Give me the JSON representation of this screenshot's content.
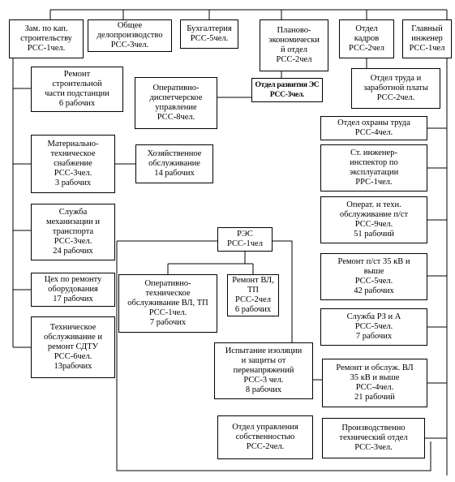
{
  "boxes": {
    "zam_kap": "Зам. по кап.\nстроительству\nРСС-1чел.",
    "obshchee_deloproizvodstvo": "Общее\nделопроизводство\nРСС-3чел.",
    "bukhgalteriya": "Бухгалтерия\nРСС-5чел.",
    "planovo_ekonomicheskiy": "Планово-\nэкономически\nй отдел\nРСС-2чел",
    "otdel_kadrov": "Отдел\nкадров\nРСС-2чел",
    "glavnyy_inzhener": "Главный\nинженер\nРСС-1чел",
    "remont_chasti_podstantsii": "Ремонт\nстроительной\nчасти подстанции\n6 рабочих",
    "operativno_dispetcherskoe": "Оперативно-\nдиспетчерское\nуправление\nРСС-8чел.",
    "otdel_razvitiya_es": "Отдел развития ЭС\nРСС-3чел.",
    "otdel_truda_zarplaty": "Отдел труда и\nзаработной платы\nРСС-2чел.",
    "otdel_okhrany_truda": "Отдел охраны труда\nРСС-4чел.",
    "materialno_tekhnicheskoe": "Материально-\nтехническое\nснабжение\nРСС-3чел.\n3 рабочих",
    "khozyaystvennoe_obsluzhivanie": "Хозяйственное\nобслуживание\n14 рабочих",
    "st_inzhener_inspektor": "Ст. инженер-\nинспектор по\nэксплуатации\nРРС-1чел.",
    "operat_tekhn_obsluzhivanie_pst": "Операт. и техн.\nобслуживание п/ст\nРСС-9чел.\n51 рабочий",
    "sluzhba_mekhanizatsii": "Служба\nмеханизации и\nтранспорта\nРСС-3чел.\n24 рабочих",
    "res": "РЭС\nРСС-1чел",
    "remont_pst_35": "Ремонт п/ст 35 кВ и\nвыше\nРСС-5чел.\n42 рабочих",
    "tsekh_remontu": "Цех по ремонту\nоборудования\n17 рабочих",
    "operativno_tekhnicheskoe_vl_tp": "Оперативно-\nтехническое\nобслуживание ВЛ, ТП\nРСС-1чел.\n7 рабочих",
    "remont_vl_tp": "Ремонт ВЛ, ТП\nРСС-2чел\n6 рабочих",
    "sluzhba_rz_a": "Служба РЗ и А\nРСС-5чел.\n7 рабочих",
    "tekhnicheskoe_obsluzhivanie_sdtu": "Техническое\nобслуживание и\nремонт СДТУ\nРСС-6чел.\n13рабочих",
    "ispytanie_izolyatsii": "Испытание изоляции\nи защиты от\nперенапряжений\nРСС-3 чел.\n8 рабочих",
    "remont_obsluzh_vl_35": "Ремонт и обслуж. ВЛ\n35 кВ и выше\nРСС-4чел.\n21 рабочий",
    "otdel_upravleniya_sobstvennostyu": "Отдел управления\nсобственностью\nРСС-2чел.",
    "proizvodstvenno_tekhnicheskiy": "Производственно\nтехнический отдел\nРСС-3чел."
  },
  "colors": {
    "border": "#000000",
    "background": "#ffffff",
    "text": "#000000"
  }
}
